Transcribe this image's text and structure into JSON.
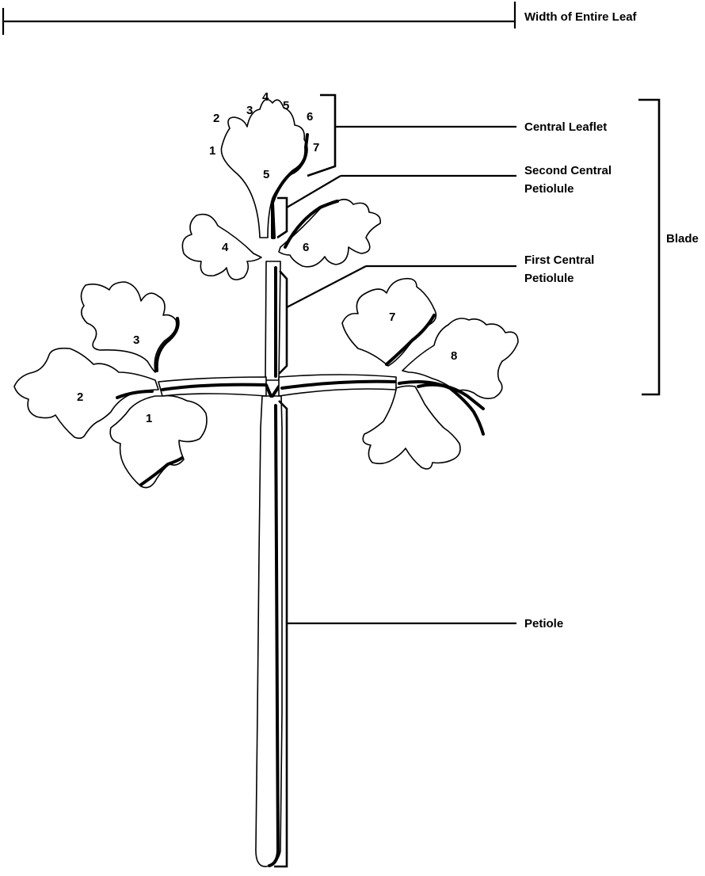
{
  "labels": {
    "width_of_entire_leaf": "Width of Entire Leaf",
    "central_leaflet": "Central Leaflet",
    "second_central_petiolule_line1": "Second Central",
    "second_central_petiolule_line2": "Petiolule",
    "first_central_petiolule_line1": "First Central",
    "first_central_petiolule_line2": "Petiolule",
    "blade": "Blade",
    "petiole": "Petiole"
  },
  "central_leaflet_lobes": [
    "1",
    "2",
    "3",
    "4",
    "5",
    "6",
    "7"
  ],
  "central_leaflet_center": "5",
  "leaflet_numbers": [
    "1",
    "2",
    "3",
    "4",
    "6",
    "7",
    "8"
  ]
}
